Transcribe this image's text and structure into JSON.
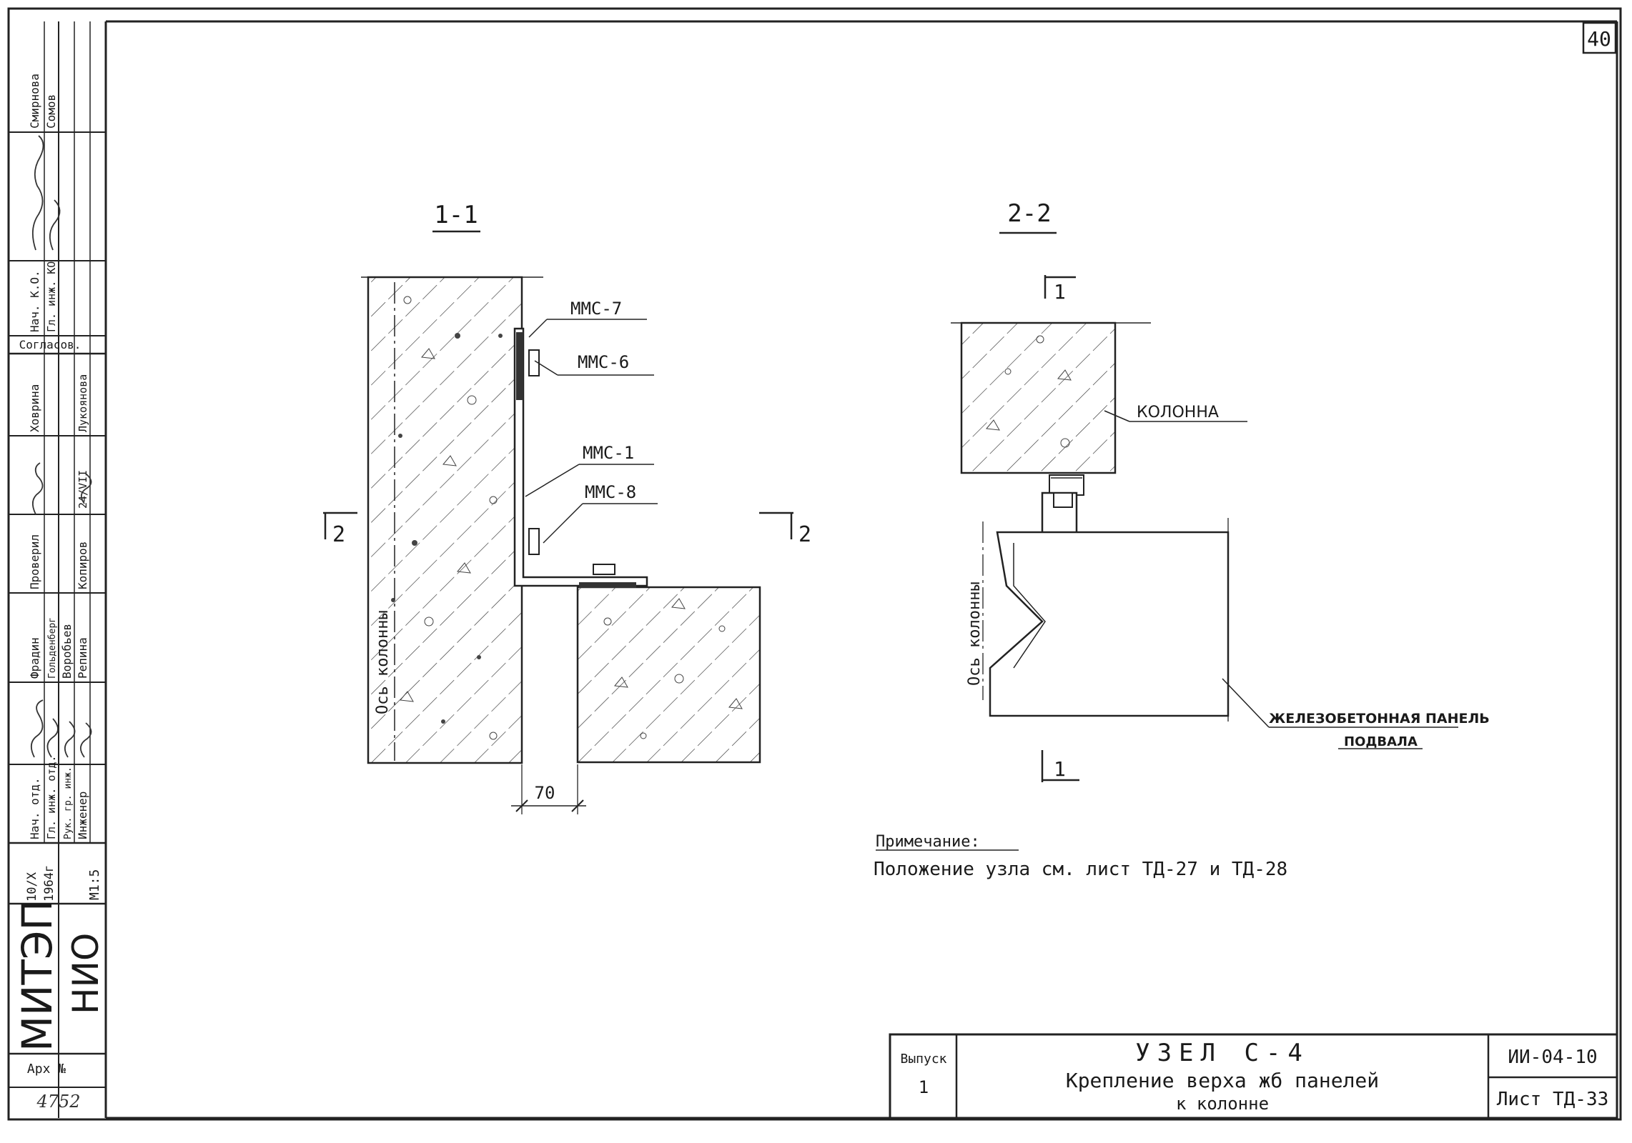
{
  "sheet_number": "40",
  "section_1": {
    "title": "1-1",
    "labels": [
      "ММС-7",
      "ММС-6",
      "ММС-1",
      "ММС-8"
    ],
    "axis_label": "Ось колонны",
    "cut_marks": [
      "2",
      "2"
    ],
    "dimension": "70"
  },
  "section_2": {
    "title": "2-2",
    "column_label": "КОЛОННА",
    "panel_label_1": "ЖЕЛЕЗОБЕТОННАЯ ПАНЕЛЬ",
    "panel_label_2": "ПОДВАЛА",
    "axis_label": "Ось колонны",
    "cut_marks": [
      "1",
      "1"
    ]
  },
  "note": {
    "heading": "Примечание:",
    "text": "Положение узла см. лист ТД-27 и ТД-28"
  },
  "title_block": {
    "issue_label": "Выпуск",
    "issue_number": "1",
    "node_title": "УЗЕЛ С-4",
    "description_1": "Крепление верха жб панелей",
    "description_2": "к колонне",
    "doc_code": "ИИ-04-10",
    "sheet_label": "Лист ТД-33"
  },
  "side_stamp": {
    "org": "МИТЭП",
    "dept": "НИО",
    "archive_label": "Арх №",
    "archive_number": "4752",
    "date_1": "10/Х",
    "date_2": "1964г",
    "scale": "М1:5",
    "roles": [
      "Нач. отд.",
      "Гл. инж. отд.",
      "Рук. гр. инж.",
      "Инженер"
    ],
    "names": [
      "Фрадин",
      "Гольденберг",
      "Воробьев",
      "Репина"
    ],
    "check_roles": [
      "Проверил",
      "Копиров"
    ],
    "check_names": [
      "Ховрина",
      "Лукоянова"
    ],
    "copy_date": "24/VII",
    "agreed_label": "Согласов.",
    "agree_roles": [
      "Нач. К.О.",
      "Гл. инж. КО"
    ],
    "agree_names": [
      "Смирнова",
      "Сомов"
    ]
  }
}
